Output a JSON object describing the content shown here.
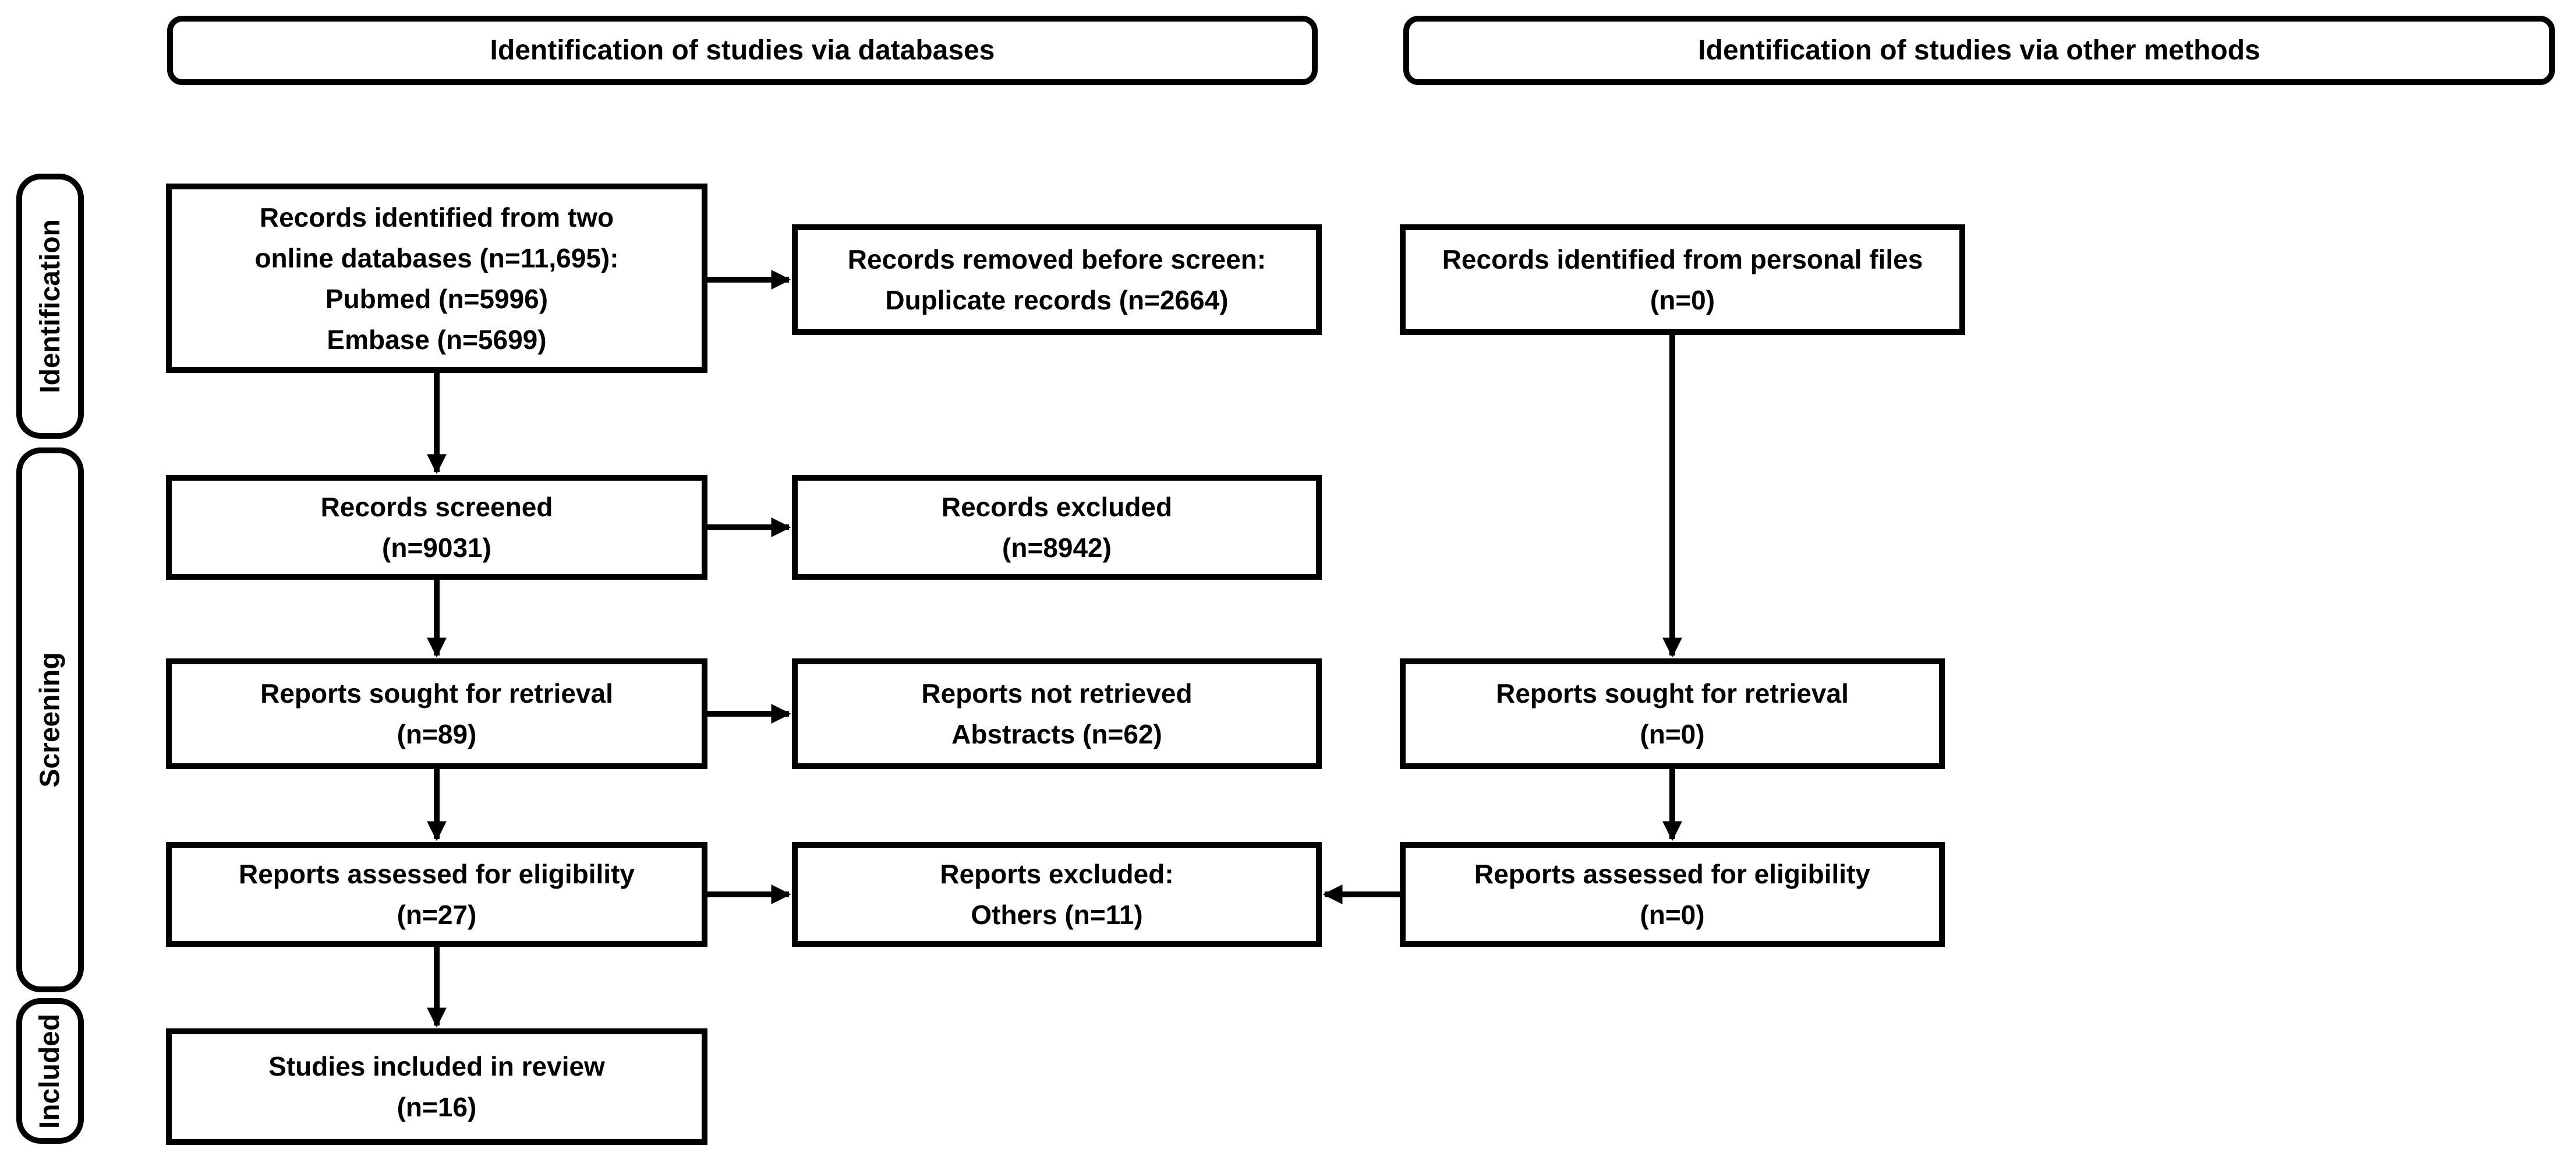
{
  "headers": {
    "databases": "Identification of studies via databases",
    "other_methods": "Identification of studies via other methods"
  },
  "stage_labels": {
    "identification": "Identification",
    "screening": "Screening",
    "included": "Included"
  },
  "boxes": {
    "identified_databases": {
      "lines": [
        "Records identified from two",
        "online databases (n=11,695):",
        "Pubmed (n=5996)",
        "Embase (n=5699)"
      ]
    },
    "removed_before_screen": {
      "lines": [
        "Records removed before screen:",
        "Duplicate records (n=2664)"
      ]
    },
    "identified_personal": {
      "lines": [
        "Records identified from personal files",
        "(n=0)"
      ]
    },
    "records_screened": {
      "lines": [
        "Records screened",
        "(n=9031)"
      ]
    },
    "records_excluded": {
      "lines": [
        "Records excluded",
        "(n=8942)"
      ]
    },
    "reports_sought_databases": {
      "lines": [
        "Reports sought for retrieval",
        "(n=89)"
      ]
    },
    "reports_not_retrieved": {
      "lines": [
        "Reports not retrieved",
        "Abstracts (n=62)"
      ]
    },
    "reports_sought_other": {
      "lines": [
        "Reports sought for retrieval",
        "(n=0)"
      ]
    },
    "reports_assessed_databases": {
      "lines": [
        "Reports assessed for eligibility",
        "(n=27)"
      ]
    },
    "reports_excluded": {
      "lines": [
        "Reports excluded:",
        "Others (n=11)"
      ]
    },
    "reports_assessed_other": {
      "lines": [
        "Reports assessed for eligibility",
        "(n=0)"
      ]
    },
    "studies_included": {
      "lines": [
        "Studies included in review",
        "(n=16)"
      ]
    }
  },
  "colors": {
    "ink": "#000000",
    "background": "#ffffff"
  }
}
